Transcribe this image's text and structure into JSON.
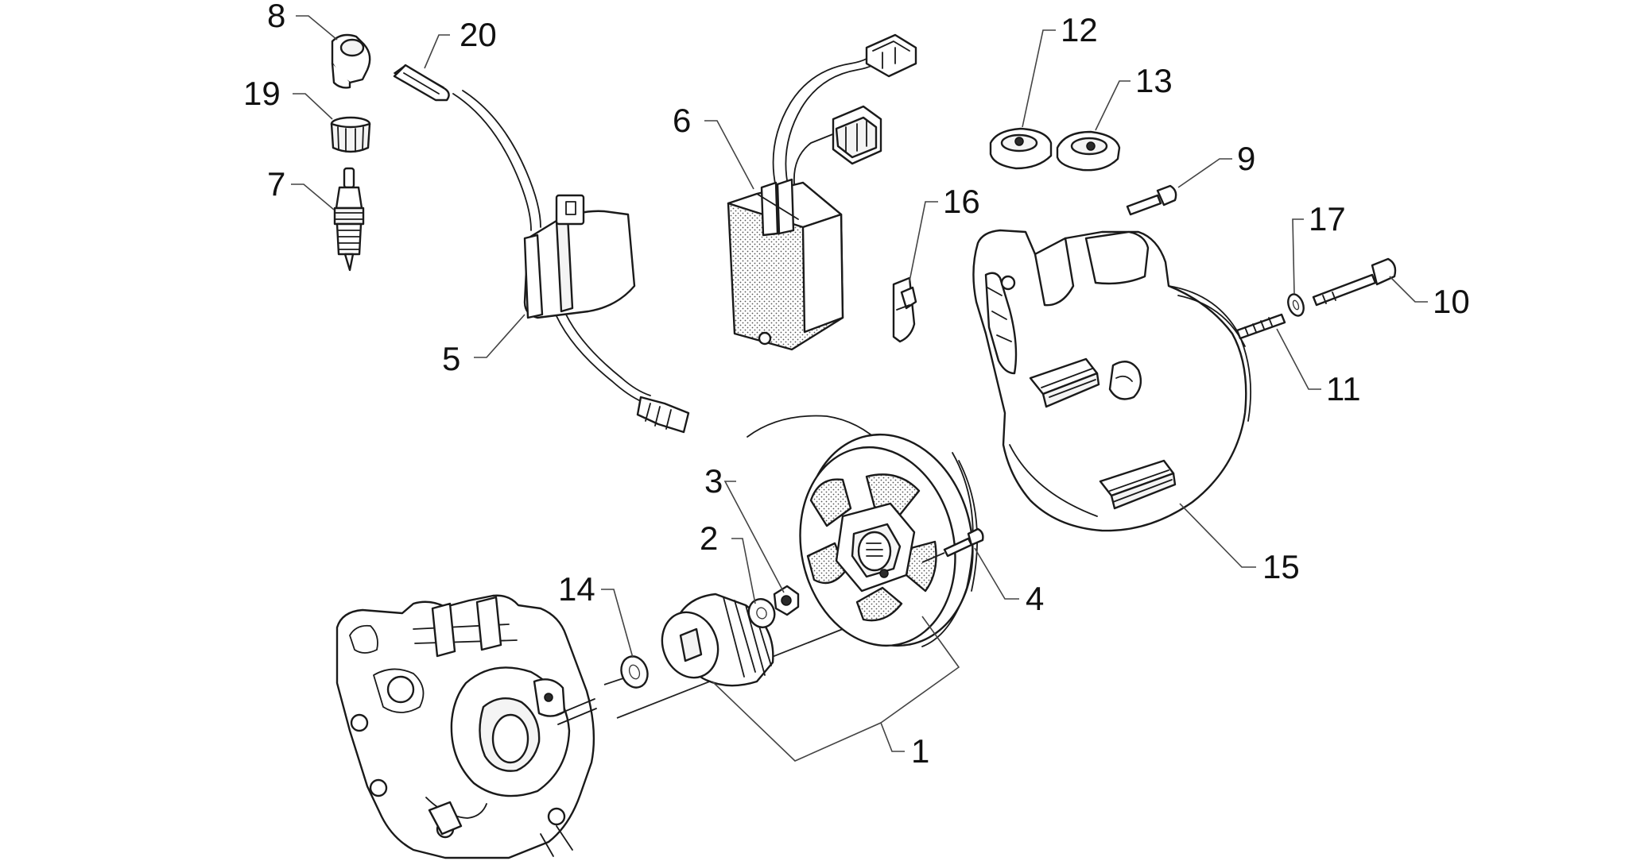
{
  "callouts": [
    {
      "id": "1",
      "label": "1"
    },
    {
      "id": "2",
      "label": "2"
    },
    {
      "id": "3",
      "label": "3"
    },
    {
      "id": "4",
      "label": "4"
    },
    {
      "id": "5",
      "label": "5"
    },
    {
      "id": "6",
      "label": "6"
    },
    {
      "id": "7",
      "label": "7"
    },
    {
      "id": "8",
      "label": "8"
    },
    {
      "id": "9",
      "label": "9"
    },
    {
      "id": "10",
      "label": "10"
    },
    {
      "id": "11",
      "label": "11"
    },
    {
      "id": "12",
      "label": "12"
    },
    {
      "id": "13",
      "label": "13"
    },
    {
      "id": "14",
      "label": "14"
    },
    {
      "id": "15",
      "label": "15"
    },
    {
      "id": "16",
      "label": "16"
    },
    {
      "id": "17",
      "label": "17"
    },
    {
      "id": "19",
      "label": "19"
    },
    {
      "id": "20",
      "label": "20"
    }
  ],
  "colors": {
    "line": "#1a1a1a",
    "background": "#ffffff"
  }
}
